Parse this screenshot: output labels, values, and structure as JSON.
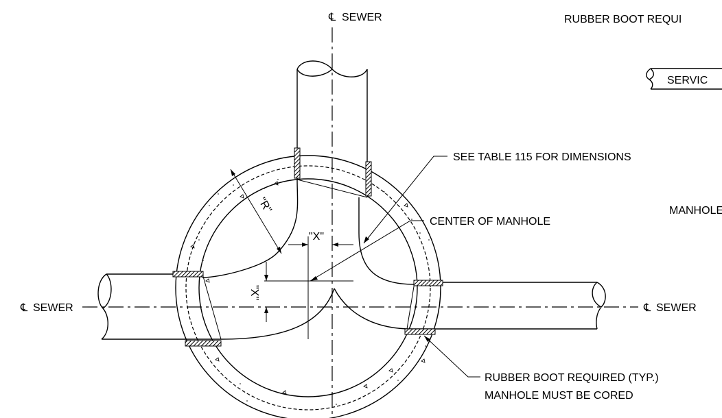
{
  "labels": {
    "cl_sewer_top": "SEWER",
    "cl_sewer_left": "SEWER",
    "cl_sewer_right": "SEWER",
    "cl_symbol": "℄",
    "rubber_boot_top": "RUBBER BOOT REQUI",
    "service": "SERVIC",
    "see_table": "SEE TABLE 115 FOR DIMENSIONS",
    "manhole_right": "MANHOLE",
    "center_of_manhole": "CENTER OF MANHOLE",
    "dim_r": "\"R\"",
    "dim_x_top": "\"X\"",
    "dim_x_side": "\"X\"",
    "rubber_boot_bottom_1": "RUBBER BOOT REQUIRED (TYP.)",
    "rubber_boot_bottom_2": "MANHOLE MUST BE CORED"
  },
  "colors": {
    "line": "#000000",
    "background": "#ffffff"
  }
}
